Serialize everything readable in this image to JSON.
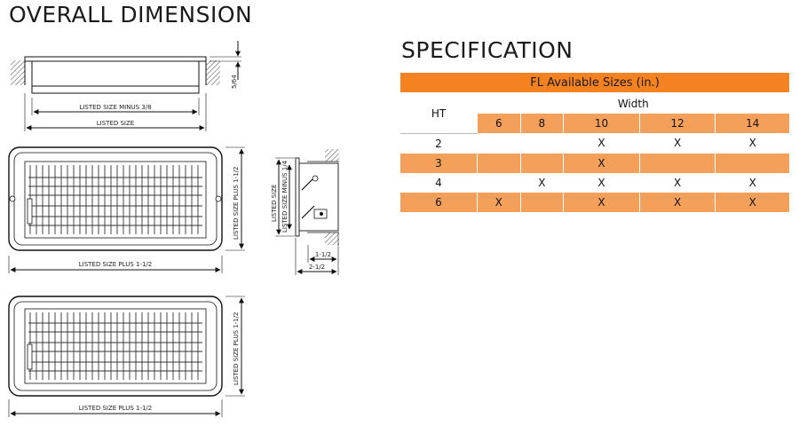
{
  "overall_title": "OVERALL DIMENSION",
  "spec_title": "SPECIFICATION",
  "drawings": {
    "top_view": {
      "label_inner": "LISTED SIZE MINUS 3/8",
      "label_outer": "LISTED SIZE",
      "side_label": "5/64"
    },
    "front_view": {
      "bottom_label": "LISTED SIZE PLUS 1-1/2",
      "right_label": "LISTED SIZE PLUS 1-1/2"
    },
    "side_view": {
      "label_listed": "LISTED SIZE",
      "label_minus": "LISTED SIZE MINUS 1/4",
      "depth_small": "1-1/2",
      "depth_large": "2-1/2"
    },
    "bottom_view": {
      "bottom_label": "LISTED SIZE PLUS 1-1/2",
      "right_label": "LISTED SIZE PLUS 1-1/2"
    }
  },
  "table": {
    "title": "FL Available Sizes (in.)",
    "ht_label": "HT",
    "width_label": "Width",
    "widths": [
      "6",
      "8",
      "10",
      "12",
      "14"
    ],
    "rows": [
      {
        "ht": "2",
        "cells": [
          "",
          "",
          "X",
          "X",
          "X"
        ]
      },
      {
        "ht": "3",
        "cells": [
          "",
          "",
          "X",
          "",
          ""
        ]
      },
      {
        "ht": "4",
        "cells": [
          "",
          "X",
          "X",
          "X",
          "X"
        ]
      },
      {
        "ht": "6",
        "cells": [
          "X",
          "",
          "X",
          "X",
          "X"
        ]
      }
    ]
  },
  "colors": {
    "accent": "#f58220",
    "row_alt": "#f5a05a"
  }
}
